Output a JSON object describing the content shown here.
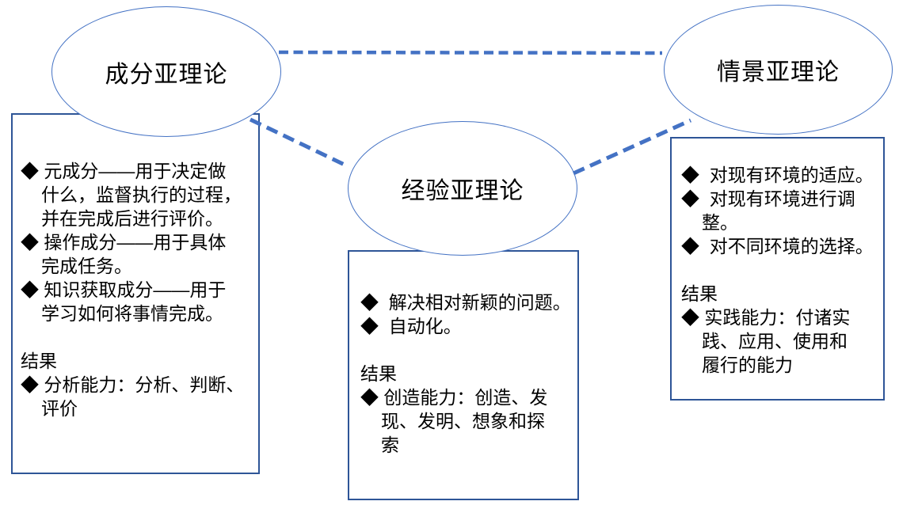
{
  "colors": {
    "connector": "#4472C4",
    "ellipse_border": "#4472C4",
    "box_border": "#2E5597",
    "text": "#000000"
  },
  "ellipses": {
    "left": {
      "label": "成分亚理论"
    },
    "center": {
      "label": "经验亚理论"
    },
    "right": {
      "label": "情景亚理论"
    }
  },
  "boxes": {
    "left": {
      "lines": [
        {
          "text": "◆ 元成分——用于决定做",
          "type": "bullet"
        },
        {
          "text": "什么，监督执行的过程，",
          "type": "cont"
        },
        {
          "text": "并在完成后进行评价。",
          "type": "cont"
        },
        {
          "text": "◆ 操作成分——用于具体",
          "type": "bullet"
        },
        {
          "text": "完成任务。",
          "type": "cont"
        },
        {
          "text": "◆ 知识获取成分——用于",
          "type": "bullet"
        },
        {
          "text": "学习如何将事情完成。",
          "type": "cont"
        },
        {
          "text": "",
          "type": "blank"
        },
        {
          "text": "结果",
          "type": "plain"
        },
        {
          "text": "◆ 分析能力：分析、判断、",
          "type": "bullet"
        },
        {
          "text": "评价",
          "type": "cont"
        }
      ]
    },
    "center": {
      "lines": [
        {
          "text": "◆  解决相对新颖的问题。",
          "type": "bullet"
        },
        {
          "text": "◆  自动化。",
          "type": "bullet"
        },
        {
          "text": "",
          "type": "blank"
        },
        {
          "text": "结果",
          "type": "plain"
        },
        {
          "text": "◆ 创造能力：创造、发",
          "type": "bullet"
        },
        {
          "text": "现、发明、想象和探",
          "type": "cont"
        },
        {
          "text": "索",
          "type": "cont"
        }
      ]
    },
    "right": {
      "lines": [
        {
          "text": "◆  对现有环境的适应。",
          "type": "bullet"
        },
        {
          "text": "◆  对现有环境进行调",
          "type": "bullet"
        },
        {
          "text": "整。",
          "type": "cont"
        },
        {
          "text": "◆  对不同环境的选择。",
          "type": "bullet"
        },
        {
          "text": "",
          "type": "blank"
        },
        {
          "text": "结果",
          "type": "plain"
        },
        {
          "text": "◆ 实践能力：付诸实",
          "type": "bullet"
        },
        {
          "text": "践、应用、使用和",
          "type": "cont"
        },
        {
          "text": "履行的能力",
          "type": "cont"
        }
      ]
    }
  }
}
